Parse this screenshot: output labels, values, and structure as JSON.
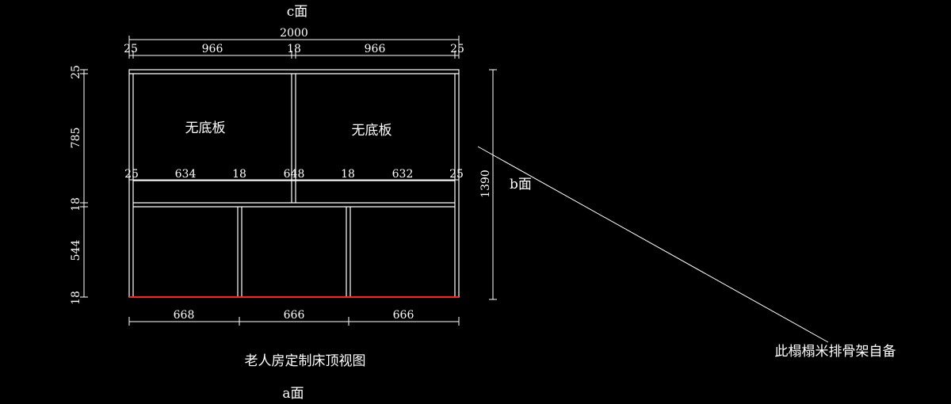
{
  "faces": {
    "top": "c面",
    "right": "b面",
    "bottom": "a面"
  },
  "title": "老人房定制床顶视图",
  "note": "此榻榻米排骨架自备",
  "panels": {
    "left": "无底板",
    "right": "无底板"
  },
  "top_dims": {
    "total": "2000",
    "d1": "25",
    "d2": "966",
    "d3": "18",
    "d4": "966",
    "d5": "25"
  },
  "mid_dims": {
    "d1": "25",
    "d2": "634",
    "d3": "18",
    "d4": "648",
    "d5": "18",
    "d6": "632",
    "d7": "25"
  },
  "bottom_dims": {
    "d1": "668",
    "d2": "666",
    "d3": "666"
  },
  "left_dims": {
    "d1": "25",
    "d2": "785",
    "d3": "18",
    "d4": "544",
    "d5": "18"
  },
  "right_dims": {
    "total": "1390"
  },
  "colors": {
    "background": "#000000",
    "lines": "#ffffff",
    "base_edge": "#ff0000"
  }
}
